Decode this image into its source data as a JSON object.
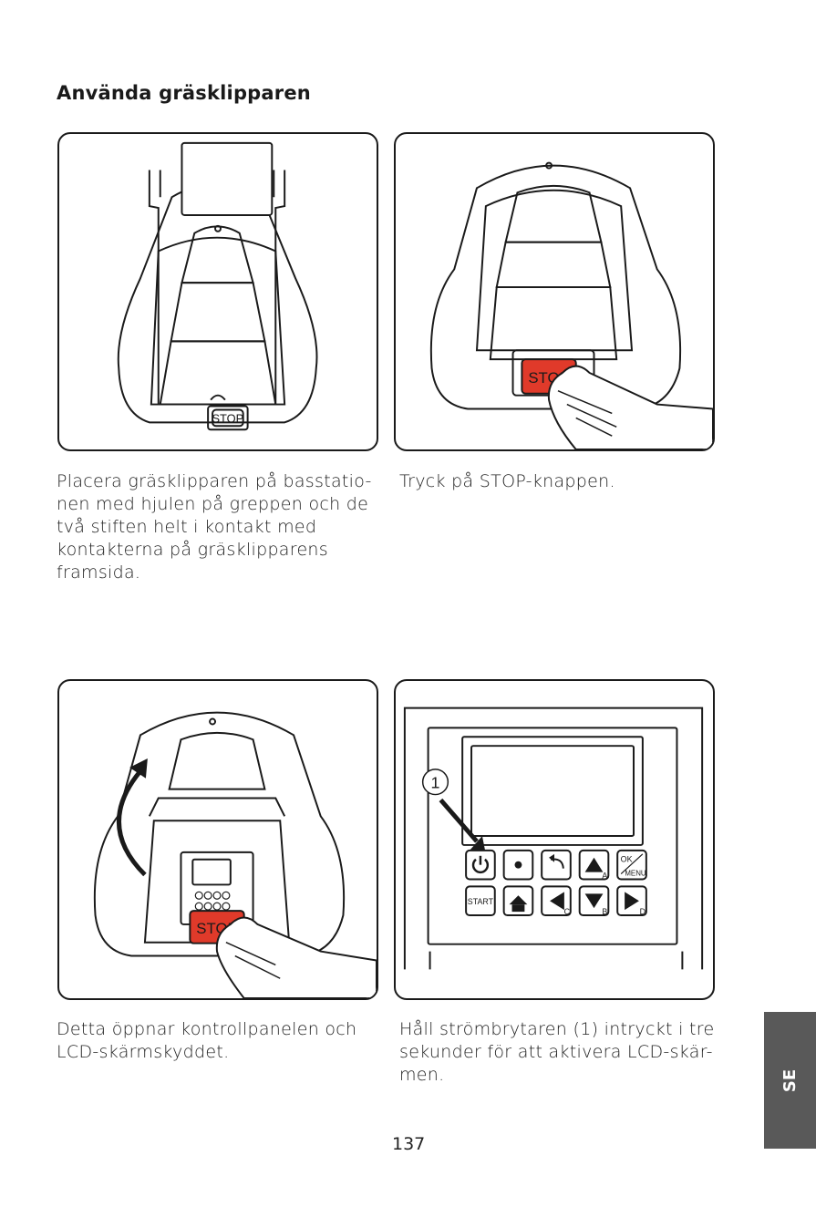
{
  "page": {
    "title": "Använda gräsklipparen",
    "page_number": "137",
    "language_tab": "SE"
  },
  "steps": [
    {
      "caption": "Placera gräsklipparen på basstatio-\nnen med hjulen på greppen och de\ntvå stiften helt i kontakt med\nkontakterna på gräsklipparens\nframsida.",
      "button_label": "STOP"
    },
    {
      "caption": "Tryck på STOP-knappen.",
      "button_label": "STOP"
    },
    {
      "caption": "Detta öppnar kontrollpanelen och\nLCD-skärmskyddet.",
      "button_label": "STOP"
    },
    {
      "caption": "Håll strömbrytaren (1) intryckt i tre\nsekunder för att aktivera LCD-skär-\nmen.",
      "callout": "1",
      "keypad": {
        "ok_label": "OK",
        "menu_label": "MENU",
        "start_label": "START",
        "key_a": "A",
        "key_b": "B",
        "key_c": "C",
        "key_d": "D"
      }
    }
  ],
  "colors": {
    "stop_red": "#e03a2a",
    "line": "#1a1a1a",
    "tab_gray": "#595959"
  }
}
